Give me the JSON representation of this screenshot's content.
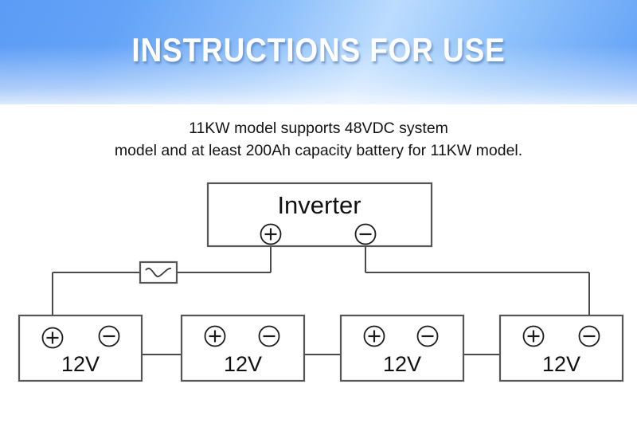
{
  "banner": {
    "title": "INSTRUCTIONS FOR USE",
    "gradient_from": "#5c9cf6",
    "gradient_mid": "#bcdcfe",
    "gradient_to": "#61a0f7",
    "title_color": "#ffffff"
  },
  "caption": {
    "line1": "11KW model supports 48VDC system",
    "line2": "model and at least 200Ah capacity battery for 11KW model.",
    "color": "#131313"
  },
  "diagram": {
    "line_color": "#4a4a4a",
    "box_stroke": "#565656",
    "inverter": {
      "label": "Inverter",
      "positive_terminal": "+",
      "negative_terminal": "-"
    },
    "fuse": {
      "name": "fuse-breaker",
      "label": ""
    },
    "batteries": [
      {
        "label": "12V",
        "positive_terminal": "+",
        "negative_terminal": "-"
      },
      {
        "label": "12V",
        "positive_terminal": "+",
        "negative_terminal": "-"
      },
      {
        "label": "12V",
        "positive_terminal": "+",
        "negative_terminal": "-"
      },
      {
        "label": "12V",
        "positive_terminal": "+",
        "negative_terminal": "-"
      }
    ],
    "system": {
      "battery_count": 4,
      "nominal_voltage": "48VDC",
      "min_capacity": "200Ah"
    }
  }
}
